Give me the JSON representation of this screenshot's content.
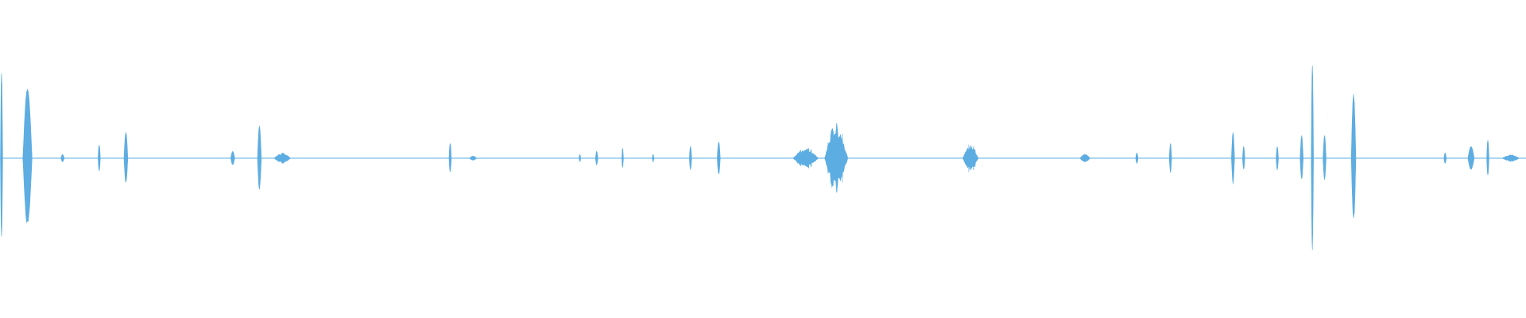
{
  "waveform": {
    "color": "#5dade2",
    "background": "#ffffff",
    "events": [
      {
        "t": 0.001,
        "amp": 0.53,
        "width": 0.0015
      },
      {
        "t": 0.018,
        "amp": 0.43,
        "width": 0.006
      },
      {
        "t": 0.041,
        "amp": 0.02,
        "width": 0.002
      },
      {
        "t": 0.065,
        "amp": 0.08,
        "width": 0.0015
      },
      {
        "t": 0.0825,
        "amp": 0.16,
        "width": 0.0025
      },
      {
        "t": 0.1525,
        "amp": 0.04,
        "width": 0.0025
      },
      {
        "t": 0.17,
        "amp": 0.2,
        "width": 0.0025
      },
      {
        "t": 0.185,
        "amp": 0.03,
        "width": 0.01
      },
      {
        "t": 0.295,
        "amp": 0.09,
        "width": 0.0015
      },
      {
        "t": 0.31,
        "amp": 0.01,
        "width": 0.004
      },
      {
        "t": 0.38,
        "amp": 0.02,
        "width": 0.001
      },
      {
        "t": 0.391,
        "amp": 0.04,
        "width": 0.0015
      },
      {
        "t": 0.408,
        "amp": 0.06,
        "width": 0.001
      },
      {
        "t": 0.428,
        "amp": 0.02,
        "width": 0.001
      },
      {
        "t": 0.4525,
        "amp": 0.07,
        "width": 0.0015
      },
      {
        "t": 0.471,
        "amp": 0.1,
        "width": 0.002
      },
      {
        "t": 0.528,
        "amp": 0.06,
        "width": 0.016
      },
      {
        "t": 0.548,
        "amp": 0.22,
        "width": 0.015
      },
      {
        "t": 0.636,
        "amp": 0.08,
        "width": 0.01
      },
      {
        "t": 0.711,
        "amp": 0.02,
        "width": 0.006
      },
      {
        "t": 0.745,
        "amp": 0.03,
        "width": 0.0015
      },
      {
        "t": 0.767,
        "amp": 0.09,
        "width": 0.0015
      },
      {
        "t": 0.808,
        "amp": 0.16,
        "width": 0.002
      },
      {
        "t": 0.815,
        "amp": 0.07,
        "width": 0.0015
      },
      {
        "t": 0.837,
        "amp": 0.07,
        "width": 0.0015
      },
      {
        "t": 0.853,
        "amp": 0.14,
        "width": 0.002
      },
      {
        "t": 0.86,
        "amp": 0.58,
        "width": 0.0015
      },
      {
        "t": 0.868,
        "amp": 0.14,
        "width": 0.002
      },
      {
        "t": 0.887,
        "amp": 0.4,
        "width": 0.003
      },
      {
        "t": 0.947,
        "amp": 0.03,
        "width": 0.0015
      },
      {
        "t": 0.964,
        "amp": 0.07,
        "width": 0.004
      },
      {
        "t": 0.975,
        "amp": 0.11,
        "width": 0.0015
      },
      {
        "t": 0.99,
        "amp": 0.02,
        "width": 0.01
      }
    ]
  }
}
